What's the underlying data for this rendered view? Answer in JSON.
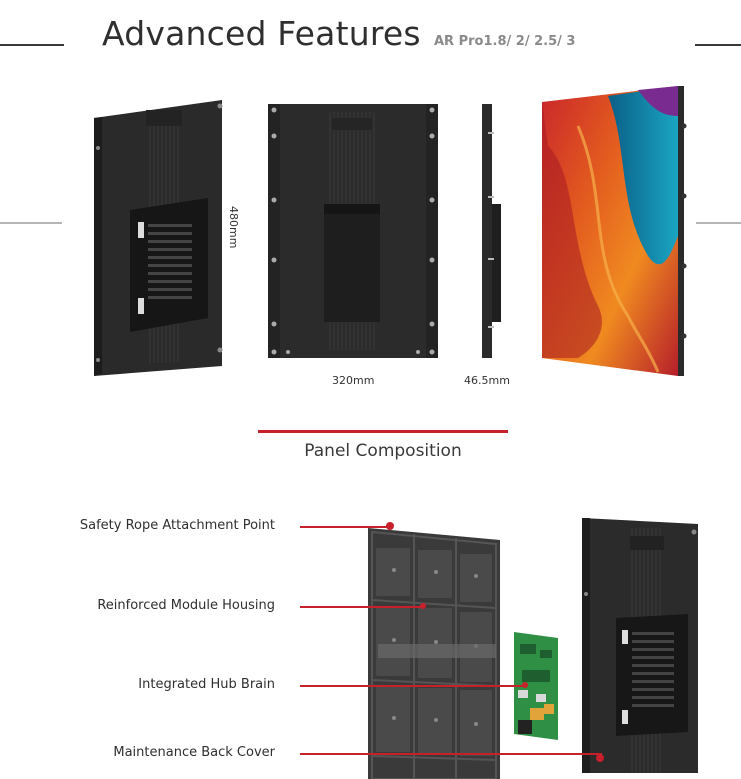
{
  "header": {
    "title": "Advanced Features",
    "subtitle": "AR Pro1.8/ 2/ 2.5/ 3"
  },
  "dimensions": {
    "height": "480mm",
    "width": "320mm",
    "depth": "46.5mm"
  },
  "section": {
    "title": "Panel Composition"
  },
  "components": [
    {
      "label": "Safety Rope Attachment Point"
    },
    {
      "label": "Reinforced Module Housing"
    },
    {
      "label": "Integrated Hub Brain"
    },
    {
      "label": "Maintenance Back Cover"
    }
  ],
  "colors": {
    "accent": "#c8202a",
    "panel": "#2b2b2b",
    "rule": "#3a3a3a",
    "rule_light": "#b5b5b5"
  }
}
